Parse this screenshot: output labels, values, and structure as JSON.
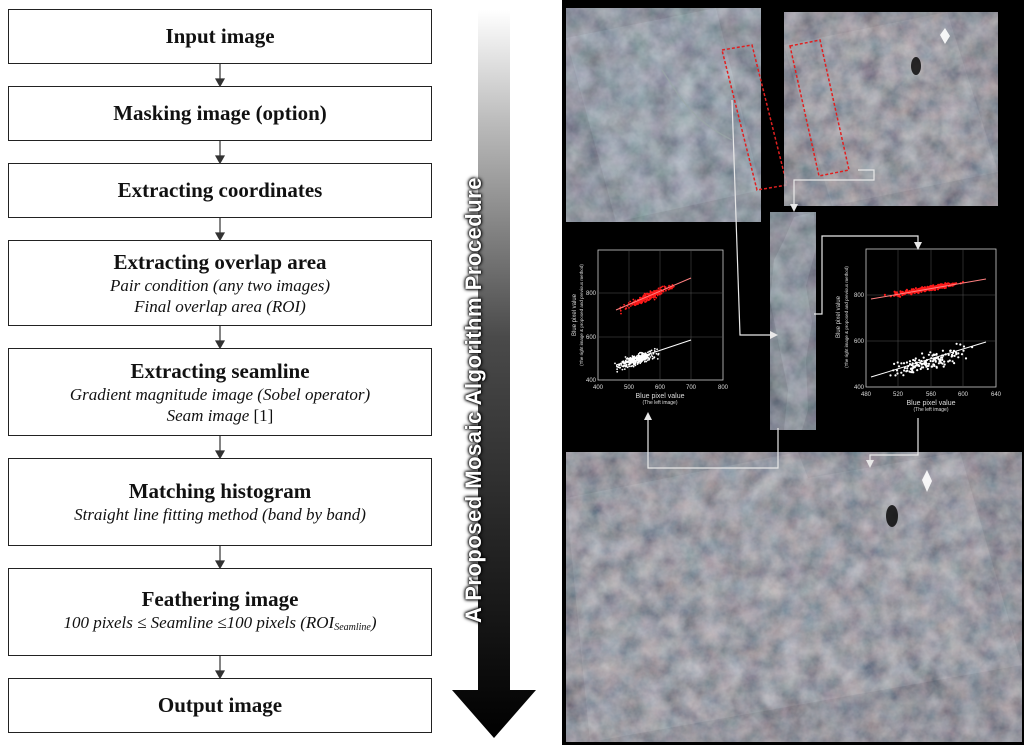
{
  "steps": [
    {
      "title": "Input image"
    },
    {
      "title": "Masking image (option)"
    },
    {
      "title": "Extracting coordinates"
    },
    {
      "title": "Extracting overlap area",
      "sub": [
        "Pair condition (any two images)",
        "Final overlap area (ROI)"
      ]
    },
    {
      "title": "Extracting seamline",
      "sub": [
        "Gradient magnitude image (Sobel operator)",
        "Seam image",
        "[1]"
      ]
    },
    {
      "title": "Matching histogram",
      "sub": [
        "Straight line fitting method (band by band)"
      ]
    },
    {
      "title": "Feathering image",
      "sub": [
        "100 pixels ≤ Seamline ≤100 pixels (ROI",
        "Seamline",
        ")"
      ]
    },
    {
      "title": "Output image"
    }
  ],
  "arrow_label": "A  Proposed  Mosaic  Algorithm  Procedure",
  "plots": {
    "left": {
      "ylabel": "Blue pixel value",
      "ylabel_sub": "(The right image & proposed and previous method)",
      "xlabel": "Blue pixel value",
      "xlabel_sub": "(The left image)",
      "x_ticks": [
        "400",
        "500",
        "600",
        "700",
        "800"
      ],
      "y_ticks": [
        "400",
        "600",
        "800"
      ]
    },
    "right": {
      "ylabel": "Blue pixel value",
      "ylabel_sub": "(The right image & proposed and previous method)",
      "xlabel": "Blue pixel value",
      "xlabel_sub": "(The left image)",
      "x_ticks": [
        "480",
        "520",
        "560",
        "600",
        "640"
      ],
      "y_ticks": [
        "400",
        "600",
        "800"
      ]
    }
  },
  "colors": {
    "arrow_top": "#ffffff",
    "arrow_bottom": "#000000",
    "panel_bg": "#000000",
    "roi_outline": "#e02020",
    "series_red": "#ff1a1a",
    "series_white": "#ffffff"
  }
}
